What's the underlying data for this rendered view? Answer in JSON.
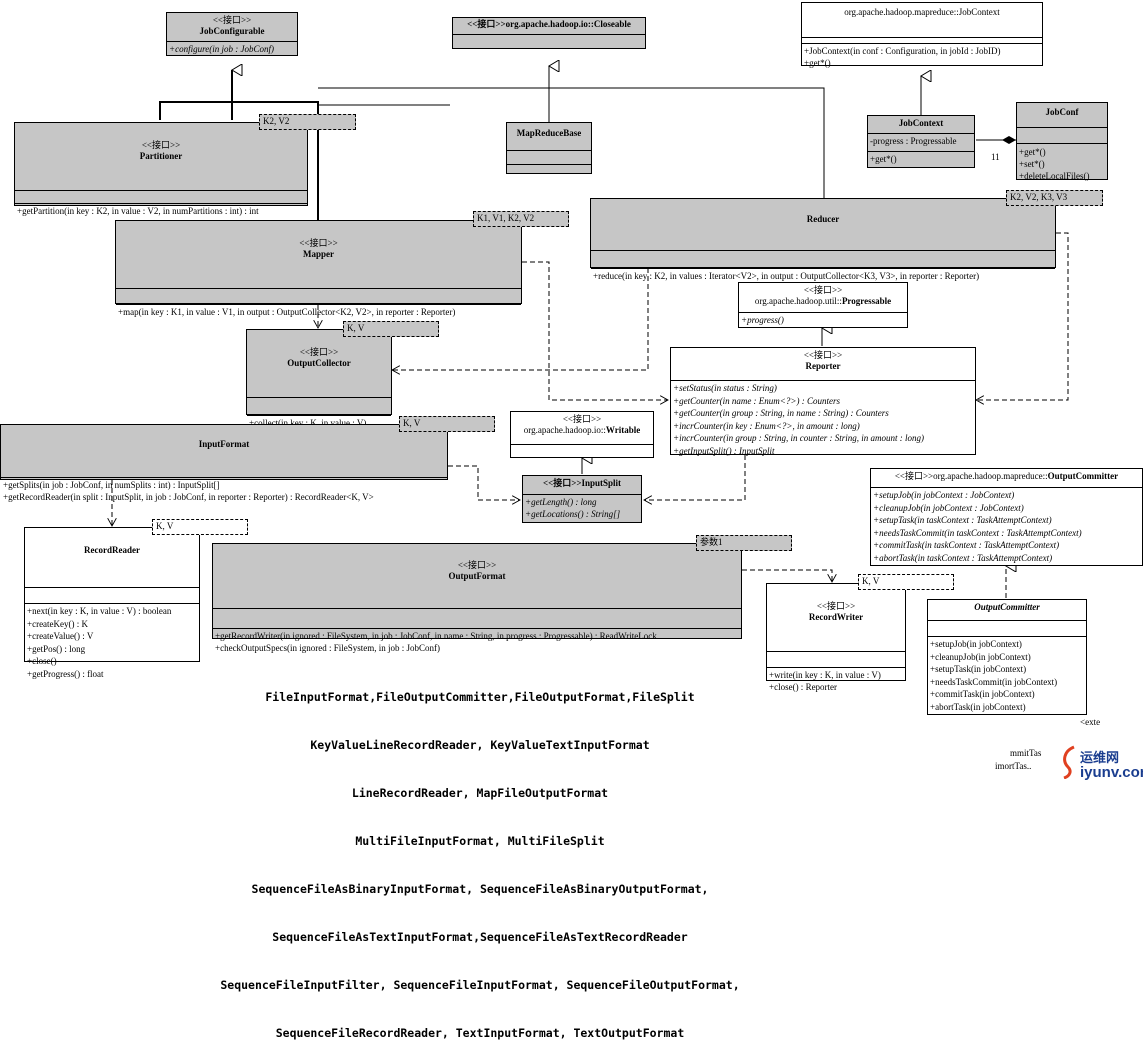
{
  "jobConfigurable": {
    "stereotype": "<<接口>>",
    "name": "JobConfigurable",
    "op1": "+configure(in job : JobConf)"
  },
  "closeable": {
    "label": "<<接口>>org.apache.hadoop.io::Closeable"
  },
  "jobContextTop": {
    "name": "org.apache.hadoop.mapreduce::JobContext",
    "op1": "+JobContext(in conf : Configuration, in jobId : JobID)",
    "op2": "+get*()"
  },
  "partitioner": {
    "stereotype": "<<接口>>",
    "name": "Partitioner",
    "op1": "+getPartition(in key : K2, in value : V2, in numPartitions : int) : int",
    "tparam": "K2, V2"
  },
  "mapReduceBase": {
    "name": "MapReduceBase"
  },
  "jobContext": {
    "name": "JobContext",
    "attr1": "-progress : Progressable",
    "op1": "+get*()"
  },
  "jobConf": {
    "name": "JobConf",
    "op1": "+get*()",
    "op2": "+set*()",
    "op3": "+deleteLocalFiles()",
    "multiplicity": "11"
  },
  "reducer": {
    "name": "Reducer",
    "op1": "+reduce(in key : K2, in values : Iterator<V2>, in output : OutputCollector<K3, V3>, in reporter : Reporter)",
    "tparam": "K2, V2, K3, V3"
  },
  "mapper": {
    "stereotype": "<<接口>>",
    "name": "Mapper",
    "op1": "+map(in key : K1, in value : V1, in output : OutputCollector<K2, V2>, in reporter : Reporter)",
    "tparam": "K1, V1, K2, V2"
  },
  "progressable": {
    "stereotype": "<<接口>>",
    "prefix": "org.apache.hadoop.util::",
    "name": "Progressable",
    "op1": "+progress()"
  },
  "outputCollector": {
    "stereotype": "<<接口>>",
    "name": "OutputCollector",
    "op1": "+collect(in key : K, in value : V)",
    "tparam": "K, V"
  },
  "reporter": {
    "stereotype": "<<接口>>",
    "name": "Reporter",
    "ops": [
      "+setStatus(in status : String)",
      "+getCounter(in name : Enum<?>) : Counters",
      "+getCounter(in group : String, in name : String) : Counters",
      "+incrCounter(in key : Enum<?>, in amount : long)",
      "+incrCounter(in group : String, in counter : String, in amount : long)",
      "+getInputSplit() : InputSplit"
    ]
  },
  "inputFormat": {
    "name": "InputFormat",
    "op1": "+getSplits(in job : JobConf, in numSplits : int) : InputSplit[]",
    "op2": "+getRecordReader(in split : InputSplit, in job : JobConf, in reporter : Reporter) : RecordReader<K, V>",
    "tparam": "K, V"
  },
  "writable": {
    "stereotype": "<<接口>>",
    "prefix": "org.apache.hadoop.io::",
    "name": "Writable"
  },
  "inputSplit": {
    "name": "<<接口>>InputSplit",
    "op1": "+getLength() : long",
    "op2": "+getLocations() : String[]"
  },
  "outputCommitterIface": {
    "prefix": "<<接口>>org.apache.hadoop.mapreduce::",
    "name": "OutputCommitter",
    "ops": [
      "+setupJob(in jobContext : JobContext)",
      "+cleanupJob(in jobContext : JobContext)",
      "+setupTask(in taskContext : TaskAttemptContext)",
      "+needsTaskCommit(in taskContext : TaskAttemptContext)",
      "+commitTask(in taskContext : TaskAttemptContext)",
      "+abortTask(in taskContext : TaskAttemptContext)"
    ]
  },
  "recordReader": {
    "name": "RecordReader",
    "ops": [
      "+next(in key : K, in value : V) : boolean",
      "+createKey() : K",
      "+createValue() : V",
      "+getPos() : long",
      "+close()",
      "+getProgress() : float"
    ],
    "tparam": "K, V"
  },
  "outputFormat": {
    "stereotype": "<<接口>>",
    "name": "OutputFormat",
    "op1": "+getRecordWriter(in ignored : FileSystem, in job : JobConf, in name : String, in progress : Progressable) : ReadWriteLock",
    "op2": "+checkOutputSpecs(in ignored : FileSystem, in job : JobConf)",
    "tparam": "参数1"
  },
  "recordWriter": {
    "stereotype": "<<接口>>",
    "name": "RecordWriter",
    "op1": "+write(in key : K, in value : V)",
    "op2": "+close() : Reporter",
    "tparam": "K, V"
  },
  "outputCommitter": {
    "name": "OutputCommitter",
    "ops": [
      "+setupJob(in jobContext)",
      "+cleanupJob(in jobContext)",
      "+setupTask(in jobContext)",
      "+needsTaskCommit(in jobContext)",
      "+commitTask(in jobContext)",
      "+abortTask(in jobContext)"
    ]
  },
  "implementations": [
    "FileInputFormat,FileOutputCommitter,FileOutputFormat,FileSplit",
    "KeyValueLineRecordReader, KeyValueTextInputFormat",
    "LineRecordReader, MapFileOutputFormat",
    "MultiFileInputFormat, MultiFileSplit",
    "SequenceFileAsBinaryInputFormat, SequenceFileAsBinaryOutputFormat,",
    "SequenceFileAsTextInputFormat,SequenceFileAsTextRecordReader",
    "SequenceFileInputFilter, SequenceFileInputFormat, SequenceFileOutputFormat,",
    "SequenceFileRecordReader, TextInputFormat, TextOutputFormat"
  ],
  "fragments": {
    "f1": "<exte",
    "f2": "mmitTas",
    "f3": "imortTas.."
  },
  "watermark": {
    "site": "运维网",
    "url": "iyunv.com"
  }
}
